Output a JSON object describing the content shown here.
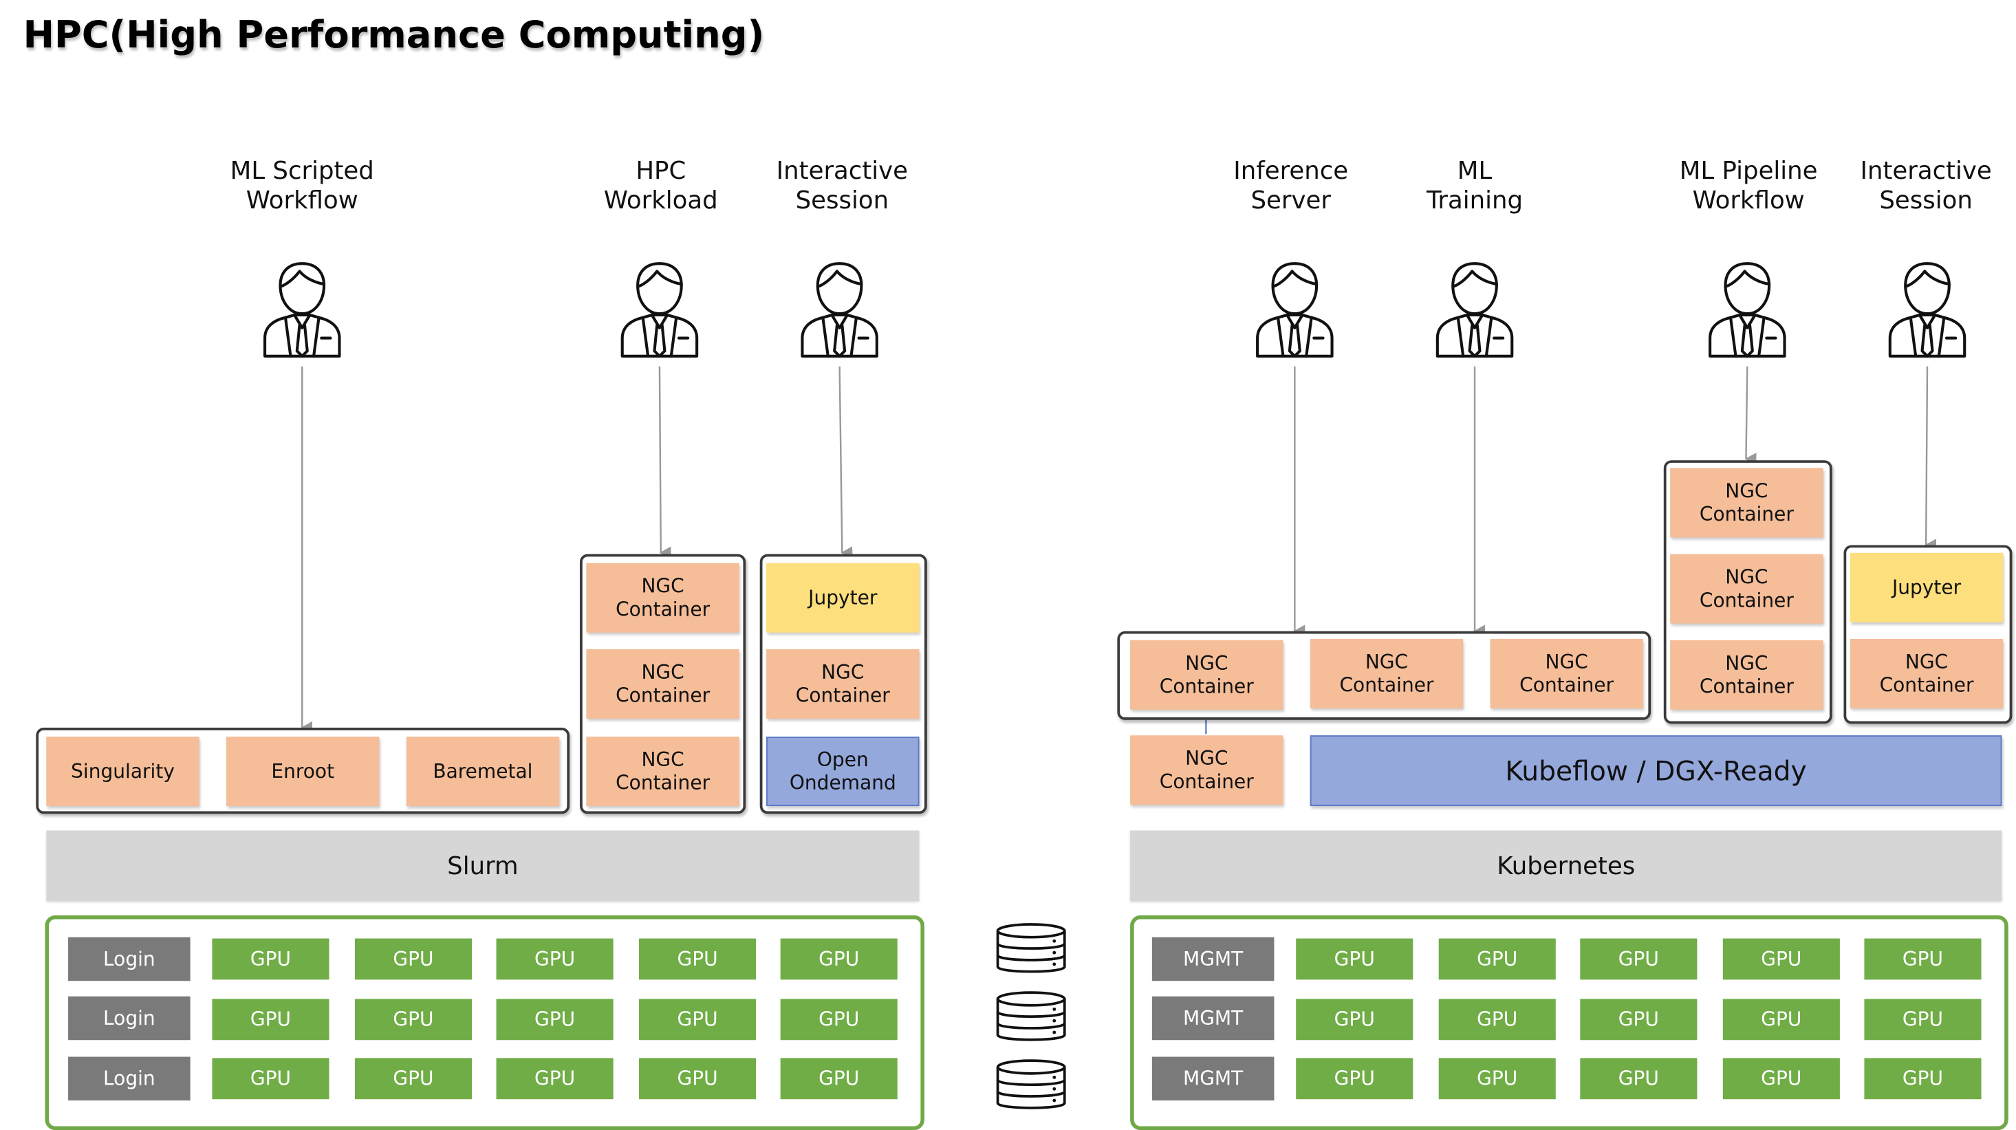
{
  "title": "HPC(High Performance Computing)",
  "users": [
    {
      "line1": "ML Scripted",
      "line2": "Workflow"
    },
    {
      "line1": "HPC",
      "line2": "Workload"
    },
    {
      "line1": "Interactive",
      "line2": "Session"
    },
    {
      "line1": "Inference",
      "line2": "Server"
    },
    {
      "line1": "ML",
      "line2": "Training"
    },
    {
      "line1": "ML Pipeline",
      "line2": "Workflow"
    },
    {
      "line1": "Interactive",
      "line2": "Session"
    }
  ],
  "left": {
    "runtimes": [
      "Singularity",
      "Enroot",
      "Baremetal"
    ],
    "hpc_containers": [
      {
        "l1": "NGC",
        "l2": "Container"
      },
      {
        "l1": "NGC",
        "l2": "Container"
      },
      {
        "l1": "NGC",
        "l2": "Container"
      }
    ],
    "interactive": {
      "jupyter": "Jupyter",
      "container": {
        "l1": "NGC",
        "l2": "Container"
      },
      "ondemand": {
        "l1": "Open",
        "l2": "Ondemand"
      }
    },
    "scheduler": "Slurm",
    "node_label": "Login",
    "gpu_label": "GPU"
  },
  "right": {
    "group_containers": [
      {
        "l1": "NGC",
        "l2": "Container"
      },
      {
        "l1": "NGC",
        "l2": "Container"
      },
      {
        "l1": "NGC",
        "l2": "Container"
      }
    ],
    "extra_container": {
      "l1": "NGC",
      "l2": "Container"
    },
    "pipeline_containers": [
      {
        "l1": "NGC",
        "l2": "Container"
      },
      {
        "l1": "NGC",
        "l2": "Container"
      },
      {
        "l1": "NGC",
        "l2": "Container"
      }
    ],
    "interactive": {
      "jupyter": "Jupyter",
      "container": {
        "l1": "NGC",
        "l2": "Container"
      }
    },
    "platform": "Kubeflow / DGX-Ready",
    "orchestrator": "Kubernetes",
    "node_label": "MGMT",
    "gpu_label": "GPU"
  },
  "colors": {
    "container": "#f5bd98",
    "jupyter": "#fedf7d",
    "platform": "#94a8dc",
    "scheduler_bar": "#d6d6d6",
    "gpu": "#70ad47",
    "node": "#7a7a7a",
    "cluster_border": "#70a948"
  },
  "icons": [
    "person-icon",
    "database-icon"
  ]
}
